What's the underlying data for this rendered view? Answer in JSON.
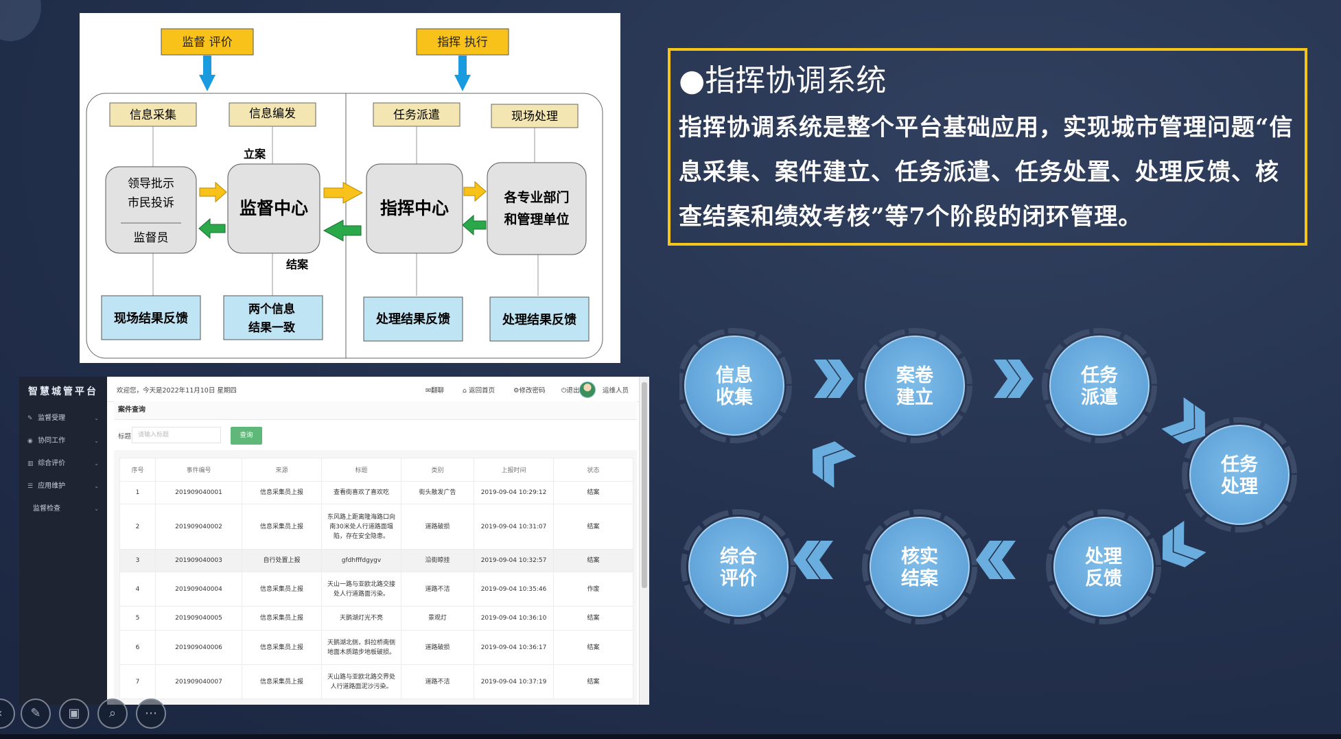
{
  "diagram": {
    "top_boxes": [
      "监督  评价",
      "指挥  执行"
    ],
    "tabs": [
      "信息采集",
      "信息编发",
      "任务派遣",
      "现场处理"
    ],
    "left_box_lines": [
      "领导批示",
      "市民投诉",
      "监督员"
    ],
    "centers": [
      "监督中心",
      "指挥中心"
    ],
    "right_box_lines": [
      "各专业部门",
      "和管理单位"
    ],
    "labels": {
      "lian": "立案",
      "jiean": "结案"
    },
    "bottom_boxes": [
      "现场结果反馈",
      "两个信息",
      "结果一致",
      "处理结果反馈",
      "处理结果反馈"
    ]
  },
  "app": {
    "brand": "智慧城管平台",
    "sidebar": [
      {
        "label": "监督受理",
        "icon": "edit-icon"
      },
      {
        "label": "协同工作",
        "icon": "eye-icon"
      },
      {
        "label": "综合评价",
        "icon": "bar-chart-icon"
      },
      {
        "label": "应用维护",
        "icon": "list-icon"
      },
      {
        "label": "监督检查",
        "icon": ""
      }
    ],
    "topbar": {
      "welcome": "欢迎您，今天是2022年11月10日 星期四",
      "links": [
        "翻聊",
        "返回首页",
        "修改密码",
        "退出"
      ],
      "user": "运维人员"
    },
    "panel_title": "案件查询",
    "search": {
      "label": "标题",
      "placeholder": "请输入标题",
      "button": "查询"
    },
    "columns": [
      "序号",
      "事件编号",
      "来源",
      "标题",
      "类别",
      "上报时间",
      "状态"
    ],
    "rows": [
      [
        "1",
        "201909040001",
        "信息采集员上报",
        "查看街喜欢了喜欢吃",
        "街头散发广告",
        "2019-09-04 10:29:12",
        "结案"
      ],
      [
        "2",
        "201909040002",
        "信息采集员上报",
        "东风路上距离隆海路口向南30米处人行道路面塌陷，存在安全隐患。",
        "道路破损",
        "2019-09-04 10:31:07",
        "结案"
      ],
      [
        "3",
        "201909040003",
        "自行处置上报",
        "gfdhfffdgygv",
        "沿街晾挂",
        "2019-09-04 10:32:57",
        "结案"
      ],
      [
        "4",
        "201909040004",
        "信息采集员上报",
        "天山一路与亚欧北路交接处人行道路面污染。",
        "道路不洁",
        "2019-09-04 10:35:46",
        "作废"
      ],
      [
        "5",
        "201909040005",
        "信息采集员上报",
        "天鹅湖灯光不亮",
        "景观灯",
        "2019-09-04 10:36:10",
        "结案"
      ],
      [
        "6",
        "201909040006",
        "信息采集员上报",
        "天鹅湖北侧，斜拉桥南侧地面木质踏步地板破损。",
        "道路破损",
        "2019-09-04 10:36:17",
        "结案"
      ],
      [
        "7",
        "201909040007",
        "信息采集员上报",
        "天山路与亚欧北路交界处人行道路面泥沙污染。",
        "道路不洁",
        "2019-09-04 10:37:19",
        "结案"
      ]
    ]
  },
  "textbox": {
    "heading": "●指挥协调系统",
    "body": "指挥协调系统是整个平台基础应用，实现城市管理问题“信息采集、案件建立、任务派遣、任务处置、处理反馈、核查结案和绩效考核”等7个阶段的闭环管理。"
  },
  "cycle": {
    "steps": [
      [
        "信息",
        "收集"
      ],
      [
        "案卷",
        "建立"
      ],
      [
        "任务",
        "派遣"
      ],
      [
        "任务",
        "处理"
      ],
      [
        "处理",
        "反馈"
      ],
      [
        "核实",
        "结案"
      ],
      [
        "综合",
        "评价"
      ]
    ]
  },
  "toolbar": {
    "icons": [
      "prev-icon",
      "pen-icon",
      "slides-icon",
      "zoom-icon",
      "more-icon"
    ]
  },
  "colors": {
    "accent_yellow": "#f5c518",
    "circle_blue": "#6aaee0",
    "green_button": "#5fb878"
  }
}
